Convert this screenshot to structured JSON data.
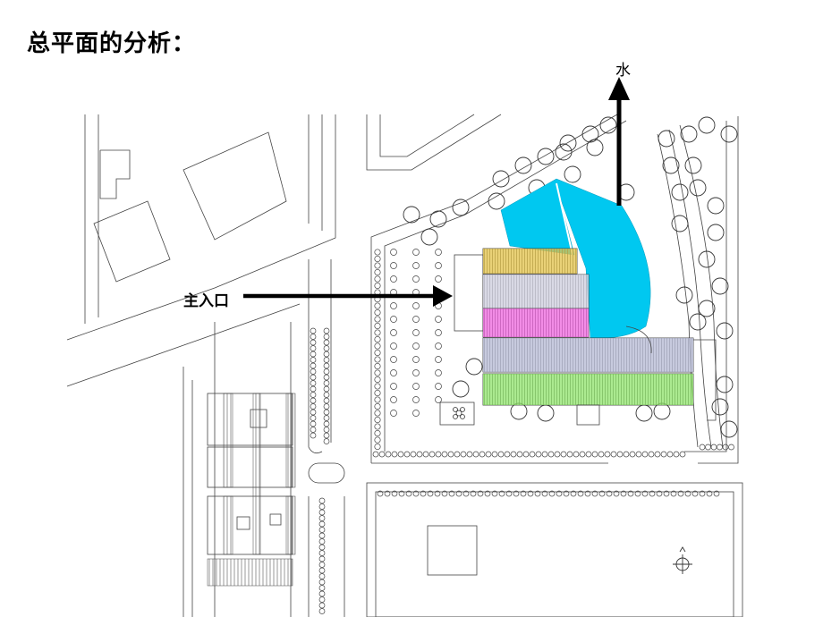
{
  "title": "总平面的分析：",
  "labels": {
    "water": "水",
    "main_entrance": "主入口"
  },
  "zone_colors": {
    "water_area": "#00c8f0",
    "zone_yellow": "#e2c24a",
    "zone_gray_1": "#cfd0de",
    "zone_magenta": "#ee66dd",
    "zone_gray_2": "#b9bdd6",
    "zone_green": "#8fe36b"
  },
  "icons": {
    "north": "north-arrow-icon",
    "flower": "flower-symbol-icon"
  }
}
